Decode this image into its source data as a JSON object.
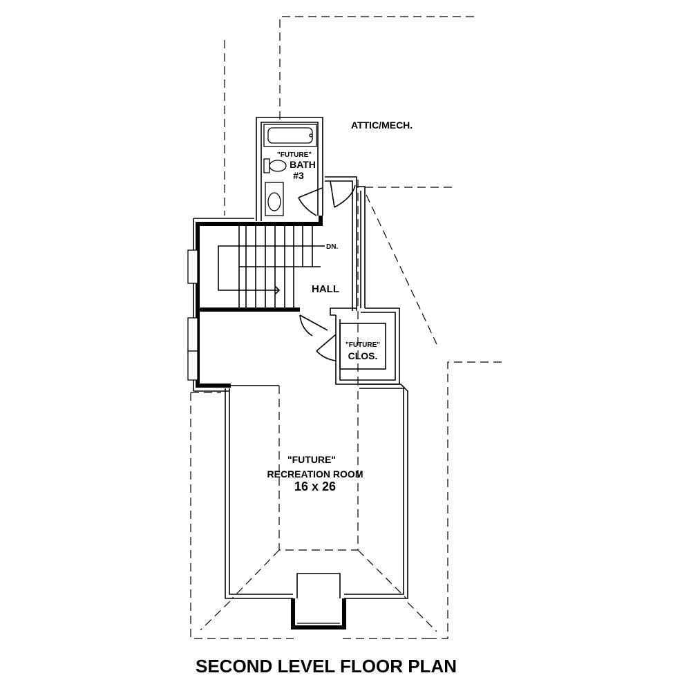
{
  "plan": {
    "title": "SECOND LEVEL FLOOR PLAN",
    "rooms": {
      "attic": {
        "label": "ATTIC/MECH."
      },
      "bath": {
        "tag": "\"FUTURE\"",
        "label": "BATH",
        "number": "#3"
      },
      "hall": {
        "label": "HALL"
      },
      "stairs": {
        "label": "DN."
      },
      "closet": {
        "tag": "\"FUTURE\"",
        "label": "CLOS."
      },
      "recreation": {
        "tag": "\"FUTURE\"",
        "label": "RECREATION ROOM",
        "size": "16 x 26"
      }
    }
  }
}
